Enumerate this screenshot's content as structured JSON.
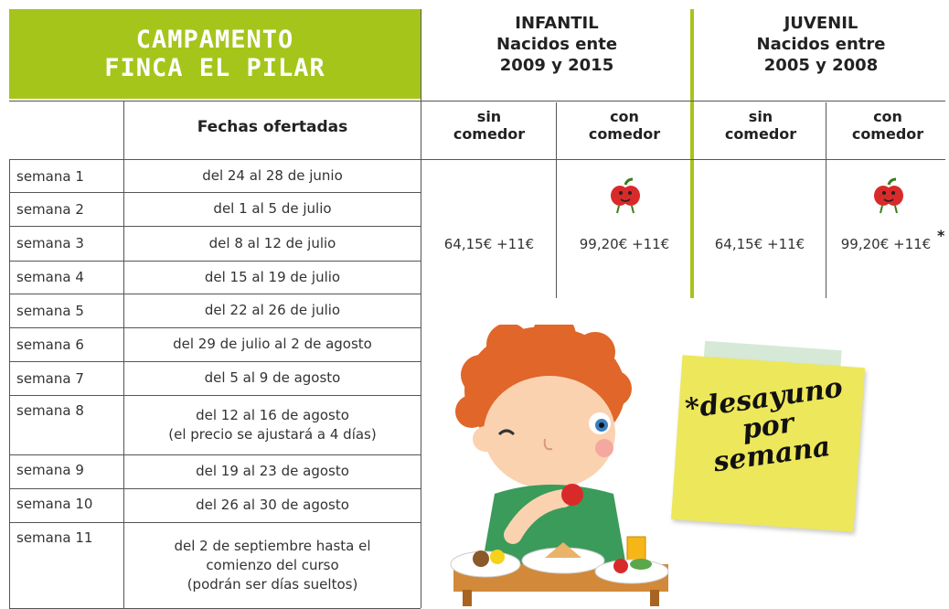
{
  "title": {
    "line1": "CAMPAMENTO",
    "line2": "FINCA EL PILAR"
  },
  "groups": [
    {
      "name": "INFANTIL",
      "line2": "Nacidos ente",
      "line3": "2009 y 2015"
    },
    {
      "name": "JUVENIL",
      "line2": "Nacidos entre",
      "line3": "2005 y 2008"
    }
  ],
  "fechas_header": "Fechas ofertadas",
  "sub_headers": [
    {
      "l1": "sin",
      "l2": "comedor"
    },
    {
      "l1": "con",
      "l2": "comedor"
    },
    {
      "l1": "sin",
      "l2": "comedor"
    },
    {
      "l1": "con",
      "l2": "comedor"
    }
  ],
  "weeks": [
    {
      "label": "semana 1",
      "dates": [
        "del 24 al 28 de junio"
      ]
    },
    {
      "label": "semana 2",
      "dates": [
        "del 1 al 5 de julio"
      ]
    },
    {
      "label": "semana 3",
      "dates": [
        "del 8 al 12 de julio"
      ]
    },
    {
      "label": "semana 4",
      "dates": [
        "del 15 al 19 de julio"
      ]
    },
    {
      "label": "semana 5",
      "dates": [
        "del 22 al 26 de julio"
      ]
    },
    {
      "label": "semana 6",
      "dates": [
        "del 29 de julio al 2 de agosto"
      ]
    },
    {
      "label": "semana 7",
      "dates": [
        "del 5 al 9 de agosto"
      ]
    },
    {
      "label": "semana 8",
      "dates": [
        "del 12 al 16 de agosto",
        "(el precio se ajustará a 4 días)"
      ]
    },
    {
      "label": "semana 9",
      "dates": [
        "del 19 al 23 de agosto"
      ]
    },
    {
      "label": "semana 10",
      "dates": [
        "del 26 al 30 de agosto"
      ]
    },
    {
      "label": "semana 11",
      "dates": [
        "del 2 de septiembre hasta el",
        "comienzo del curso",
        "(podrán ser días sueltos)"
      ]
    }
  ],
  "prices": [
    "64,15€ +11€",
    "99,20€ +11€",
    "64,15€ +11€",
    "99,20€ +11€"
  ],
  "asterisk": "*",
  "note": {
    "asterisk": "*",
    "l1": "desayuno",
    "l2": "por",
    "l3": "semana"
  },
  "colors": {
    "accent": "#a6c51b",
    "note": "#ede75b"
  },
  "icons": [
    "apple-icon",
    "apple-icon",
    "boy-eating-illustration"
  ]
}
